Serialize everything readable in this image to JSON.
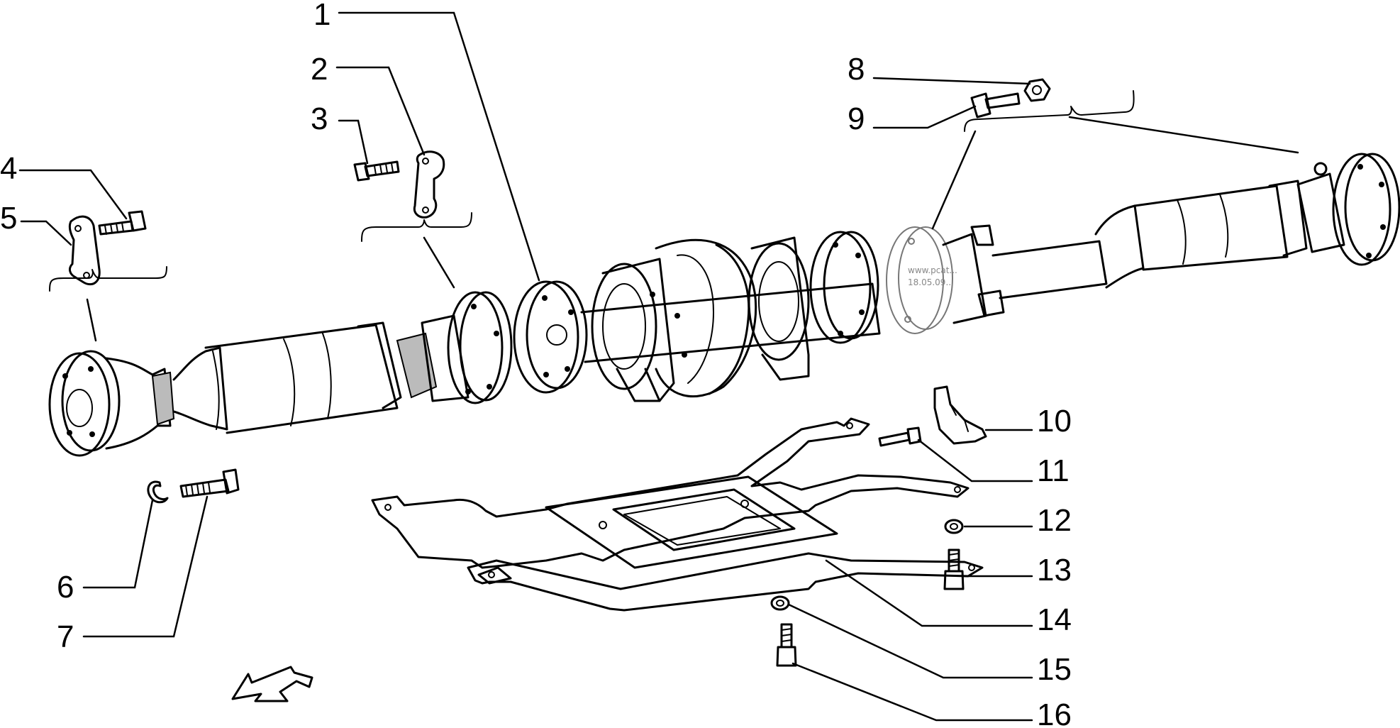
{
  "callouts": [
    {
      "label": "1"
    },
    {
      "label": "2"
    },
    {
      "label": "3"
    },
    {
      "label": "4"
    },
    {
      "label": "5"
    },
    {
      "label": "6"
    },
    {
      "label": "7"
    },
    {
      "label": "8"
    },
    {
      "label": "9"
    },
    {
      "label": "10"
    },
    {
      "label": "11"
    },
    {
      "label": "12"
    },
    {
      "label": "13"
    },
    {
      "label": "14"
    },
    {
      "label": "15"
    },
    {
      "label": "16"
    }
  ],
  "watermark": {
    "line1": "www.pcat...",
    "line2": "18.05.09..."
  },
  "colors": {
    "ink": "#000000",
    "background": "#ffffff",
    "watermark": "#888888"
  }
}
